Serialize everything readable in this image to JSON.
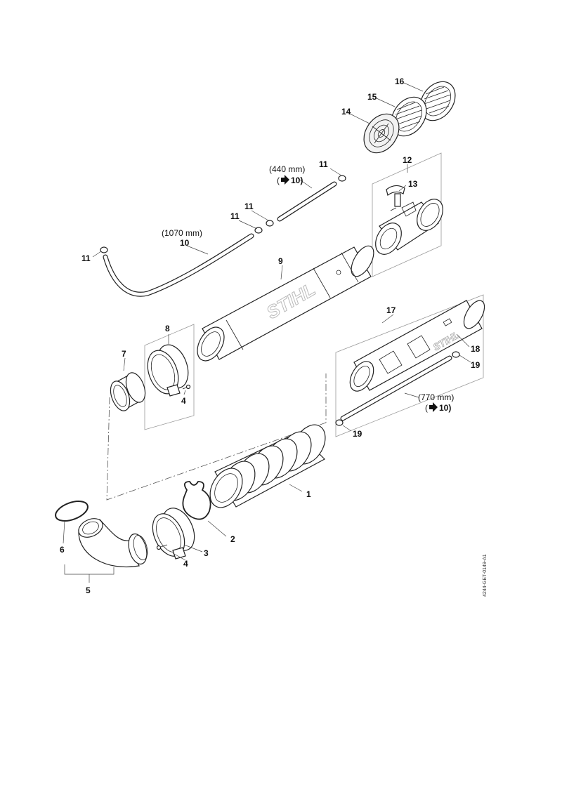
{
  "callouts": {
    "c1": "1",
    "c2": "2",
    "c3": "3",
    "c4a": "4",
    "c4b": "4",
    "c5": "5",
    "c6": "6",
    "c7": "7",
    "c8": "8",
    "c9": "9",
    "c10a": "10",
    "c11a": "11",
    "c11b": "11",
    "c11c": "11",
    "c11d": "11",
    "c12": "12",
    "c13": "13",
    "c14": "14",
    "c15": "15",
    "c16": "16",
    "c17": "17",
    "c18": "18",
    "c19a": "19",
    "c19b": "19"
  },
  "notes": {
    "len_1070": "(1070 mm)",
    "len_440": "(440 mm)",
    "ref_440": "10)",
    "len_770": "(770 mm)",
    "ref_770": "10)"
  },
  "branding": {
    "main_tube": "STIHL",
    "tube_17": "STIHL"
  },
  "drawing_code": "4244-GET-0149-A1"
}
